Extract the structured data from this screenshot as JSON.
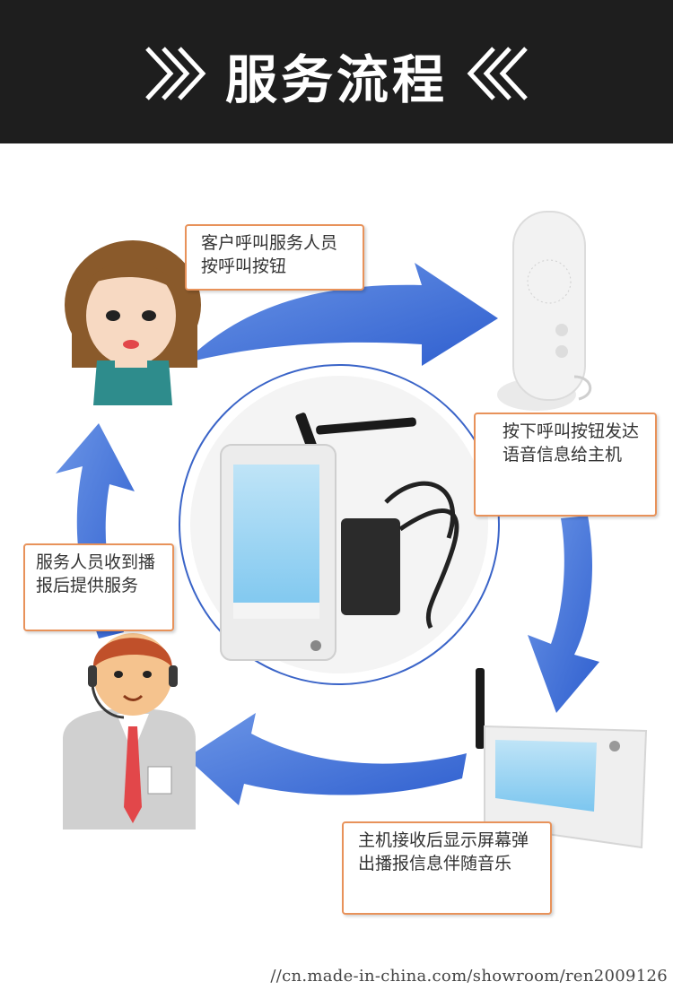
{
  "header": {
    "title": "服务流程"
  },
  "steps": {
    "customer_call": "客户呼叫服务人员按呼叫按钮",
    "send_voice": "按下呼叫按钮发达语音信息给主机",
    "host_display": "主机接收后显示屏幕弹出播报信息伴随音乐",
    "staff_serve": "服务人员收到播报后提供服务"
  },
  "colors": {
    "header_bg": "#1e1e1e",
    "arrow_blue": "#3b6fd8",
    "callout_border": "#e8925a",
    "ring_blue": "#3a64c8"
  },
  "footer": {
    "watermark": "//cn.made-in-china.com/showroom/ren2009126"
  }
}
